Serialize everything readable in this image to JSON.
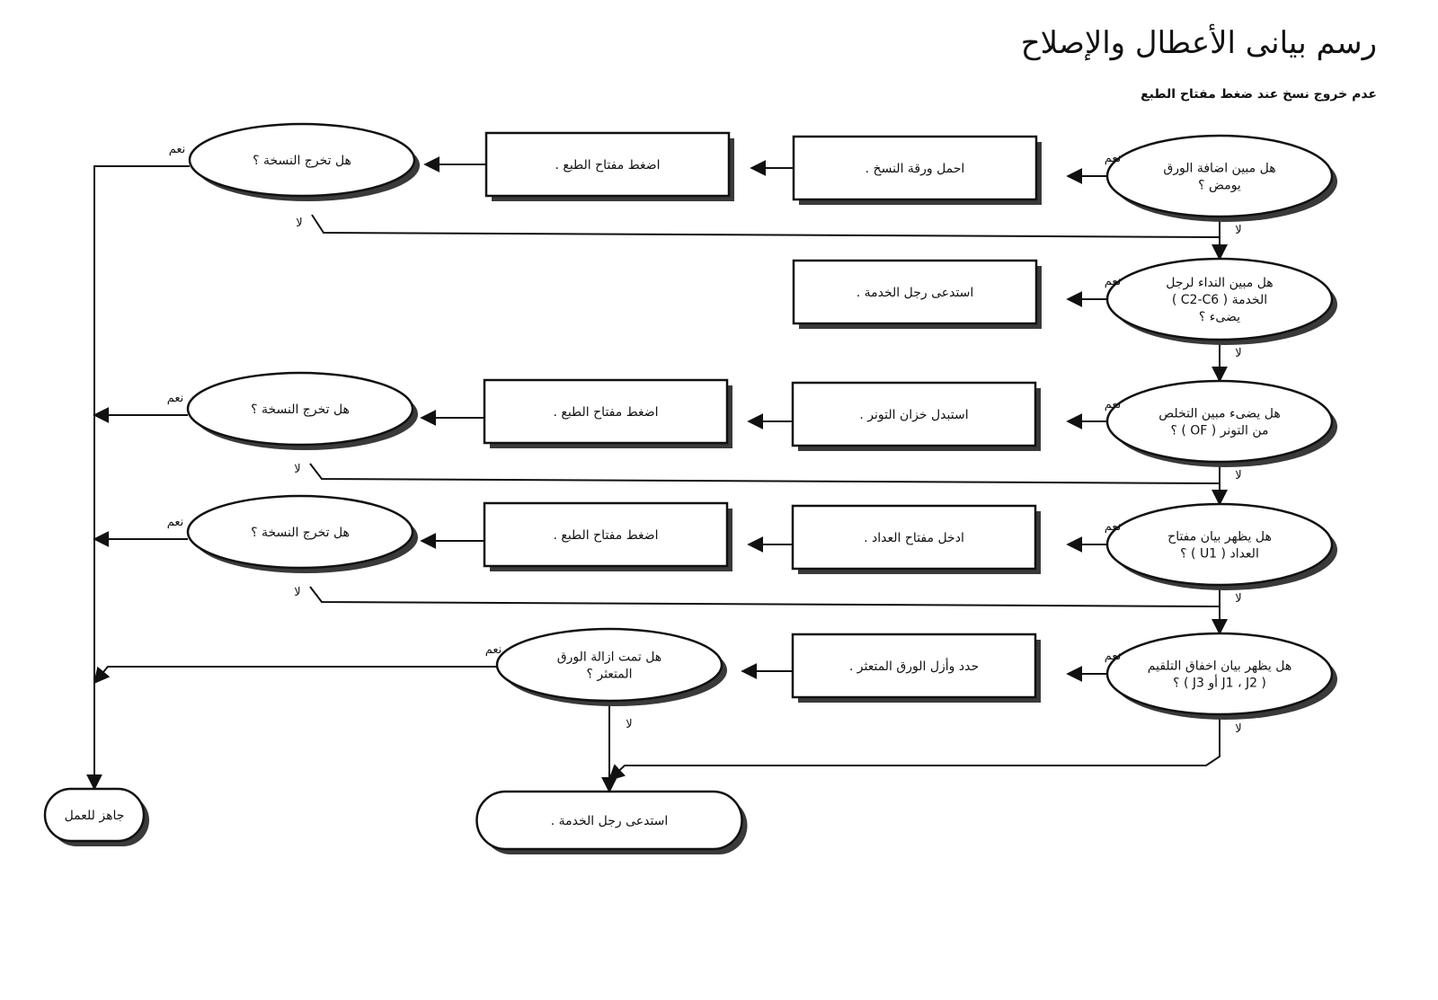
{
  "header": {
    "title": "رسم بيانى الأعطال والإصلاح",
    "subtitle": "عدم خروج نسخ عند ضغط مفتاح الطبع"
  },
  "labels": {
    "yes": "نعم",
    "no": "لا"
  },
  "nodes": [
    {
      "id": "d1",
      "name": "decision-add-paper",
      "shape": "decision",
      "lines": [
        "هل مبين اضافة الورق",
        "يومض ؟"
      ]
    },
    {
      "id": "p1",
      "name": "step-load-paper",
      "shape": "process",
      "lines": [
        "احمل ورقة النسخ ."
      ]
    },
    {
      "id": "p2",
      "name": "step-press-print-1",
      "shape": "process",
      "lines": [
        "اضغط مفتاح الطبع ."
      ]
    },
    {
      "id": "c1",
      "name": "decision-copy-out-1",
      "shape": "decision",
      "lines": [
        "هل تخرج النسخة ؟"
      ]
    },
    {
      "id": "d2",
      "name": "decision-service-call",
      "shape": "decision",
      "lines": [
        "هل مبين النداء لرجل",
        "الخدمة  (  C2-C6  )",
        "يضىء ؟"
      ]
    },
    {
      "id": "p3",
      "name": "step-call-service-1",
      "shape": "process",
      "lines": [
        "استدعى رجل الخدمة ."
      ]
    },
    {
      "id": "d3",
      "name": "decision-toner-disposal",
      "shape": "decision",
      "lines": [
        "هل يضىء مبين التخلص",
        "من التونر  (  OF  )  ؟"
      ]
    },
    {
      "id": "p4",
      "name": "step-replace-toner",
      "shape": "process",
      "lines": [
        "استبدل خزان التونر ."
      ]
    },
    {
      "id": "p5",
      "name": "step-press-print-2",
      "shape": "process",
      "lines": [
        "اضغط مفتاح الطبع ."
      ]
    },
    {
      "id": "c2",
      "name": "decision-copy-out-2",
      "shape": "decision",
      "lines": [
        "هل تخرج النسخة ؟"
      ]
    },
    {
      "id": "d4",
      "name": "decision-counter-key",
      "shape": "decision",
      "lines": [
        "هل يظهر بيان مفتاح",
        "العداد  (  U1  )  ؟"
      ]
    },
    {
      "id": "p6",
      "name": "step-insert-counter",
      "shape": "process",
      "lines": [
        "ادخل مفتاح العداد ."
      ]
    },
    {
      "id": "p7",
      "name": "step-press-print-3",
      "shape": "process",
      "lines": [
        "اضغط مفتاح الطبع ."
      ]
    },
    {
      "id": "c3",
      "name": "decision-copy-out-3",
      "shape": "decision",
      "lines": [
        "هل تخرج النسخة ؟"
      ]
    },
    {
      "id": "d5",
      "name": "decision-paper-jam",
      "shape": "decision",
      "lines": [
        "هل يظهر بيان اخفاق التلقيم",
        "(  J1  ،  J2 أو  J3 )  ؟"
      ]
    },
    {
      "id": "p8",
      "name": "step-remove-jam",
      "shape": "process",
      "lines": [
        "حدد وأزل الورق المتعثر ."
      ]
    },
    {
      "id": "c4",
      "name": "decision-jam-removed",
      "shape": "decision",
      "lines": [
        "هل تمت ازالة الورق",
        "المتعثر ؟"
      ]
    },
    {
      "id": "t1",
      "name": "terminal-ready",
      "shape": "terminal",
      "lines": [
        "جاهز للعمل"
      ]
    },
    {
      "id": "t2",
      "name": "terminal-call-service",
      "shape": "terminal",
      "lines": [
        "استدعى رجل الخدمة ."
      ]
    }
  ],
  "edges": [
    {
      "from": "d1",
      "to": "p1",
      "label": "yes"
    },
    {
      "from": "p1",
      "to": "p2",
      "label": ""
    },
    {
      "from": "p2",
      "to": "c1",
      "label": ""
    },
    {
      "from": "c1",
      "to": "t1",
      "label": "yes"
    },
    {
      "from": "c1",
      "to": "d2",
      "label": "no"
    },
    {
      "from": "d1",
      "to": "d2",
      "label": "no"
    },
    {
      "from": "d2",
      "to": "p3",
      "label": "yes"
    },
    {
      "from": "d2",
      "to": "d3",
      "label": "no"
    },
    {
      "from": "d3",
      "to": "p4",
      "label": "yes"
    },
    {
      "from": "p4",
      "to": "p5",
      "label": ""
    },
    {
      "from": "p5",
      "to": "c2",
      "label": ""
    },
    {
      "from": "c2",
      "to": "t1",
      "label": "yes"
    },
    {
      "from": "c2",
      "to": "d4",
      "label": "no"
    },
    {
      "from": "d3",
      "to": "d4",
      "label": "no"
    },
    {
      "from": "d4",
      "to": "p6",
      "label": "yes"
    },
    {
      "from": "p6",
      "to": "p7",
      "label": ""
    },
    {
      "from": "p7",
      "to": "c3",
      "label": ""
    },
    {
      "from": "c3",
      "to": "t1",
      "label": "yes"
    },
    {
      "from": "c3",
      "to": "d5",
      "label": "no"
    },
    {
      "from": "d4",
      "to": "d5",
      "label": "no"
    },
    {
      "from": "d5",
      "to": "p8",
      "label": "yes"
    },
    {
      "from": "p8",
      "to": "c4",
      "label": ""
    },
    {
      "from": "c4",
      "to": "t1",
      "label": "yes"
    },
    {
      "from": "c4",
      "to": "t2",
      "label": "no"
    },
    {
      "from": "d5",
      "to": "t2",
      "label": "no"
    }
  ]
}
